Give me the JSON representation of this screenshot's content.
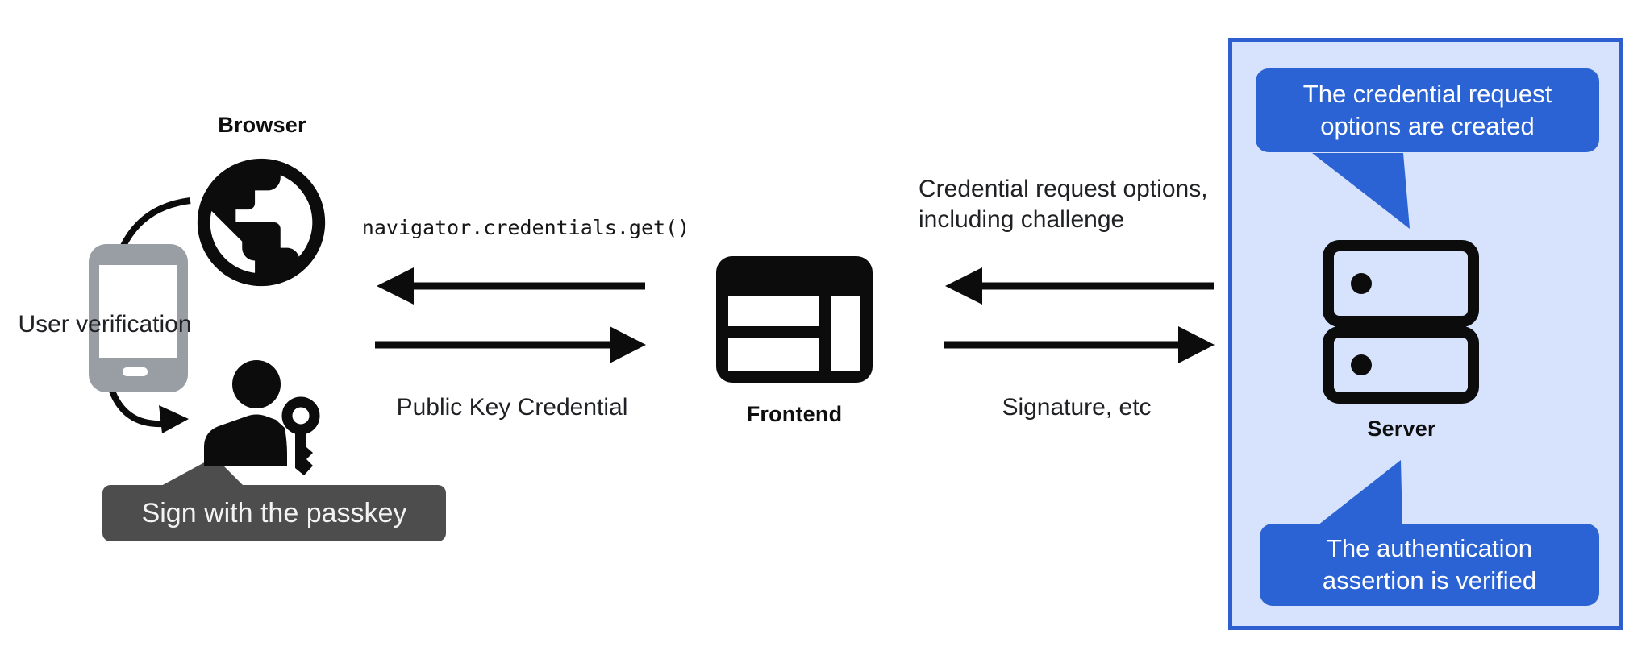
{
  "actors": {
    "browser_label": "Browser",
    "user_verification_label": "User verification",
    "sign_bubble": "Sign with the passkey"
  },
  "flow": {
    "code_call": "navigator.credentials.get()",
    "public_key_label": "Public Key Credential",
    "frontend_label": "Frontend",
    "cred_request": {
      "line1": "Credential request options,",
      "line2": "including challenge"
    },
    "signature_label": "Signature, etc"
  },
  "server_panel": {
    "bubble_top": {
      "line1": "The credential request",
      "line2": "options are created"
    },
    "server_label": "Server",
    "bubble_bottom": {
      "line1": "The authentication",
      "line2": "assertion is verified"
    }
  },
  "icons": {
    "globe": "globe-icon",
    "smartphone": "smartphone-icon",
    "person_passkey": "person-passkey-icon",
    "frontend_window": "browser-window-icon",
    "server": "server-stack-icon"
  },
  "colors": {
    "accent-blue": "#2b63d4",
    "panel-bg": "#d7e3fc",
    "panel-border": "#2e5fd0",
    "tooltip-dark": "#4d4d4d",
    "phone-gray": "#989ea4",
    "ink": "#202124"
  }
}
